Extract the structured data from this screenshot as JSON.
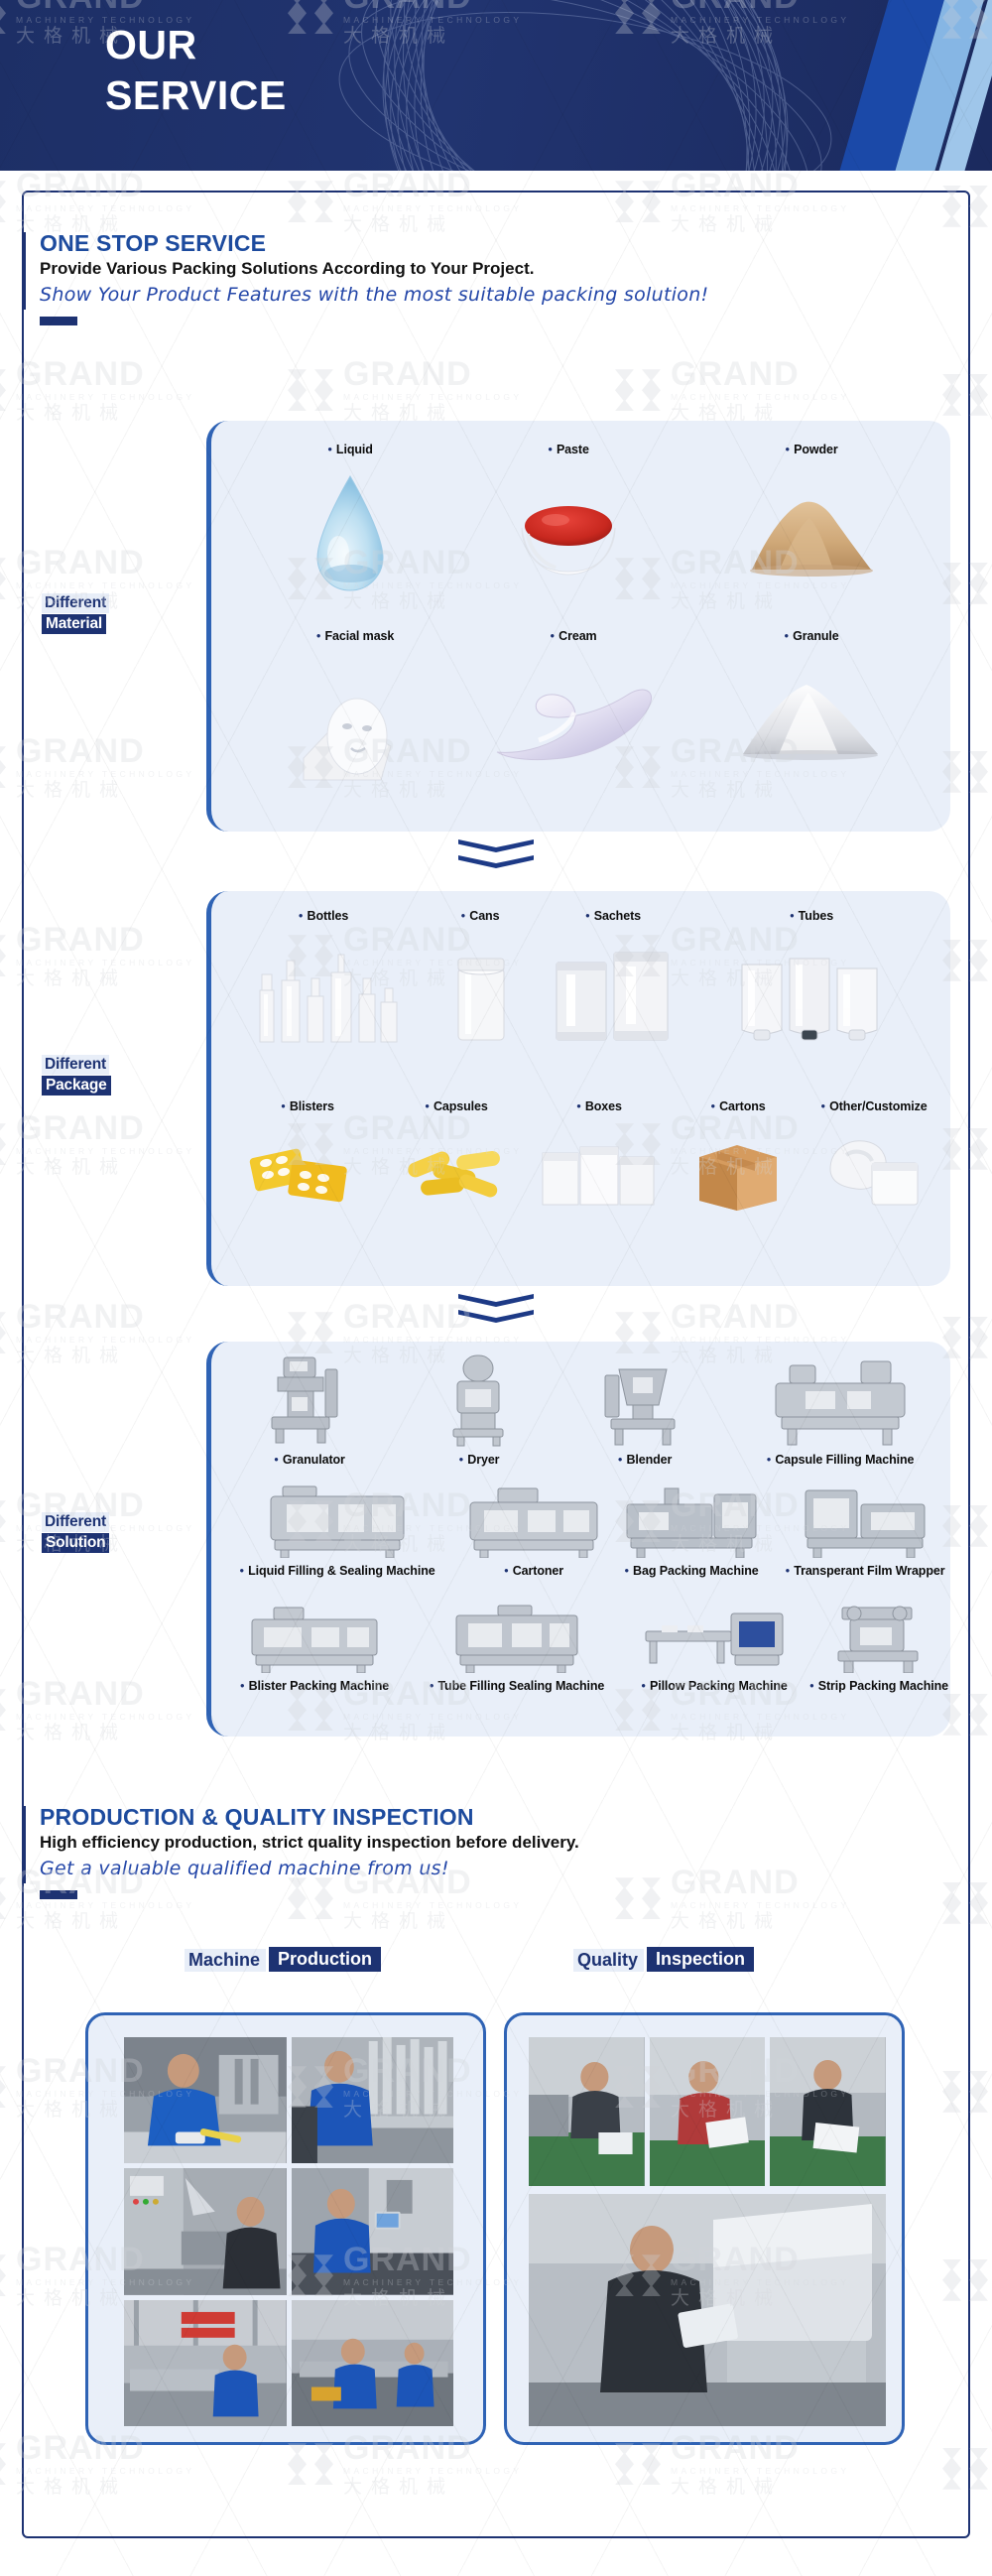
{
  "banner": {
    "title_line1": "OUR",
    "title_line2": "SERVICE"
  },
  "watermark": {
    "brand": "GRAND",
    "tagline": "MACHINERY TECHNOLOGY",
    "chinese": "大格机械"
  },
  "section_one": {
    "title": "ONE STOP SERVICE",
    "subtitle": "Provide Various Packing Solutions According to Your Project.",
    "script": "Show Your Product Features with the most suitable packing solution!"
  },
  "row_material": {
    "badge_top": "Different",
    "badge_bottom": "Material",
    "items_row1": [
      "Liquid",
      "Paste",
      "Powder"
    ],
    "items_row2": [
      "Facial mask",
      "Cream",
      "Granule"
    ]
  },
  "row_package": {
    "badge_top": "Different",
    "badge_bottom": "Package",
    "items_row1": [
      "Bottles",
      "Cans",
      "Sachets",
      "Tubes"
    ],
    "items_row2": [
      "Blisters",
      "Capsules",
      "Boxes",
      "Cartons",
      "Other/Customize"
    ]
  },
  "row_solution": {
    "badge_top": "Different",
    "badge_bottom": "Solution",
    "items_row1": [
      "Granulator",
      "Dryer",
      "Blender",
      "Capsule Filling Machine"
    ],
    "items_row2": [
      "Liquid Filling & Sealing Machine",
      "Cartoner",
      "Bag Packing Machine",
      "Transperant Film Wrapper"
    ],
    "items_row3": [
      "Blister Packing Machine",
      "Tube Filling Sealing Machine",
      "Pillow Packing Machine",
      "Strip Packing Machine"
    ]
  },
  "section_two": {
    "title": "PRODUCTION & QUALITY INSPECTION",
    "subtitle": "High efficiency production, strict quality inspection before delivery.",
    "script": "Get a valuable qualified machine from us!"
  },
  "captions": {
    "machine": "Machine",
    "production": "Production",
    "quality": "Quality",
    "inspection": "Inspection"
  },
  "colors": {
    "navy": "#1d3272",
    "accent_blue": "#1d4b9e",
    "panel_bg": "#e9eff9",
    "panel_border": "#2f63b5"
  }
}
